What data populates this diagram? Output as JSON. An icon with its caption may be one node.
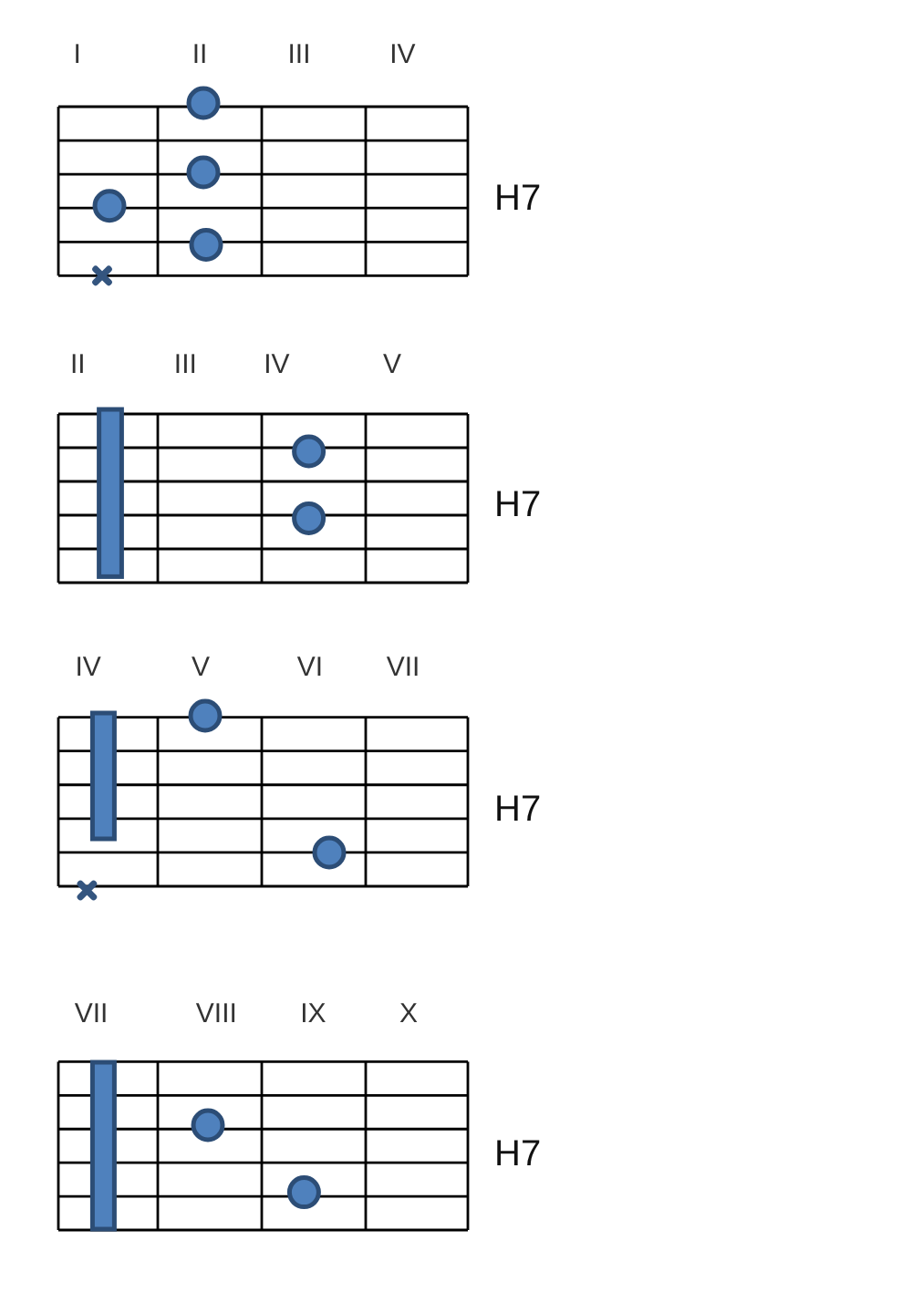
{
  "diagram": {
    "labels": [
      "I",
      "II",
      "III",
      "IV",
      "H7",
      "II",
      "III",
      "IV",
      "V",
      "H7",
      "IV",
      "V",
      "VI",
      "VII",
      "H7",
      "VII",
      "VIII",
      "IX",
      "X",
      "H7"
    ]
  }
}
